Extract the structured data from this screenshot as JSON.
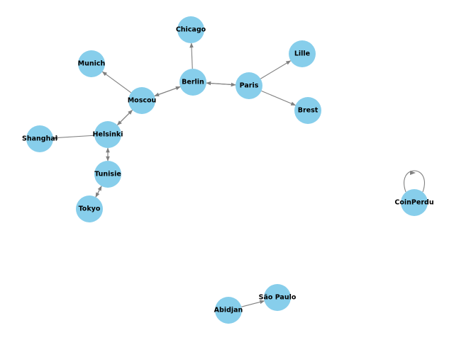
{
  "graph": {
    "colors": {
      "node": "#87ceeb",
      "edge": "#808080",
      "label": "#000000"
    },
    "nodes": [
      {
        "id": "Chicago",
        "label": "Chicago"
      },
      {
        "id": "Lille",
        "label": "Lille"
      },
      {
        "id": "Munich",
        "label": "Munich"
      },
      {
        "id": "Berlin",
        "label": "Berlin"
      },
      {
        "id": "Paris",
        "label": "Paris"
      },
      {
        "id": "Moscou",
        "label": "Moscou"
      },
      {
        "id": "Brest",
        "label": "Brest"
      },
      {
        "id": "Helsinki",
        "label": "Helsinki"
      },
      {
        "id": "Shanghai",
        "label": "Shanghai"
      },
      {
        "id": "Tunisie",
        "label": "Tunisie"
      },
      {
        "id": "Tokyo",
        "label": "Tokyo"
      },
      {
        "id": "CoinPerdu",
        "label": "CoinPerdu"
      },
      {
        "id": "SaoPaulo",
        "label": "São Paulo"
      },
      {
        "id": "Abidjan",
        "label": "Abidjan"
      }
    ],
    "edges": [
      {
        "from": "Berlin",
        "to": "Chicago"
      },
      {
        "from": "Moscou",
        "to": "Munich"
      },
      {
        "from": "Moscou",
        "to": "Berlin"
      },
      {
        "from": "Berlin",
        "to": "Moscou"
      },
      {
        "from": "Berlin",
        "to": "Paris"
      },
      {
        "from": "Paris",
        "to": "Berlin"
      },
      {
        "from": "Paris",
        "to": "Lille"
      },
      {
        "from": "Paris",
        "to": "Brest"
      },
      {
        "from": "Moscou",
        "to": "Helsinki"
      },
      {
        "from": "Helsinki",
        "to": "Moscou"
      },
      {
        "from": "Helsinki",
        "to": "Shanghai"
      },
      {
        "from": "Helsinki",
        "to": "Tunisie"
      },
      {
        "from": "Tunisie",
        "to": "Helsinki"
      },
      {
        "from": "Tunisie",
        "to": "Tokyo"
      },
      {
        "from": "Tokyo",
        "to": "Tunisie"
      },
      {
        "from": "Abidjan",
        "to": "SaoPaulo"
      },
      {
        "from": "CoinPerdu",
        "to": "CoinPerdu"
      }
    ]
  }
}
